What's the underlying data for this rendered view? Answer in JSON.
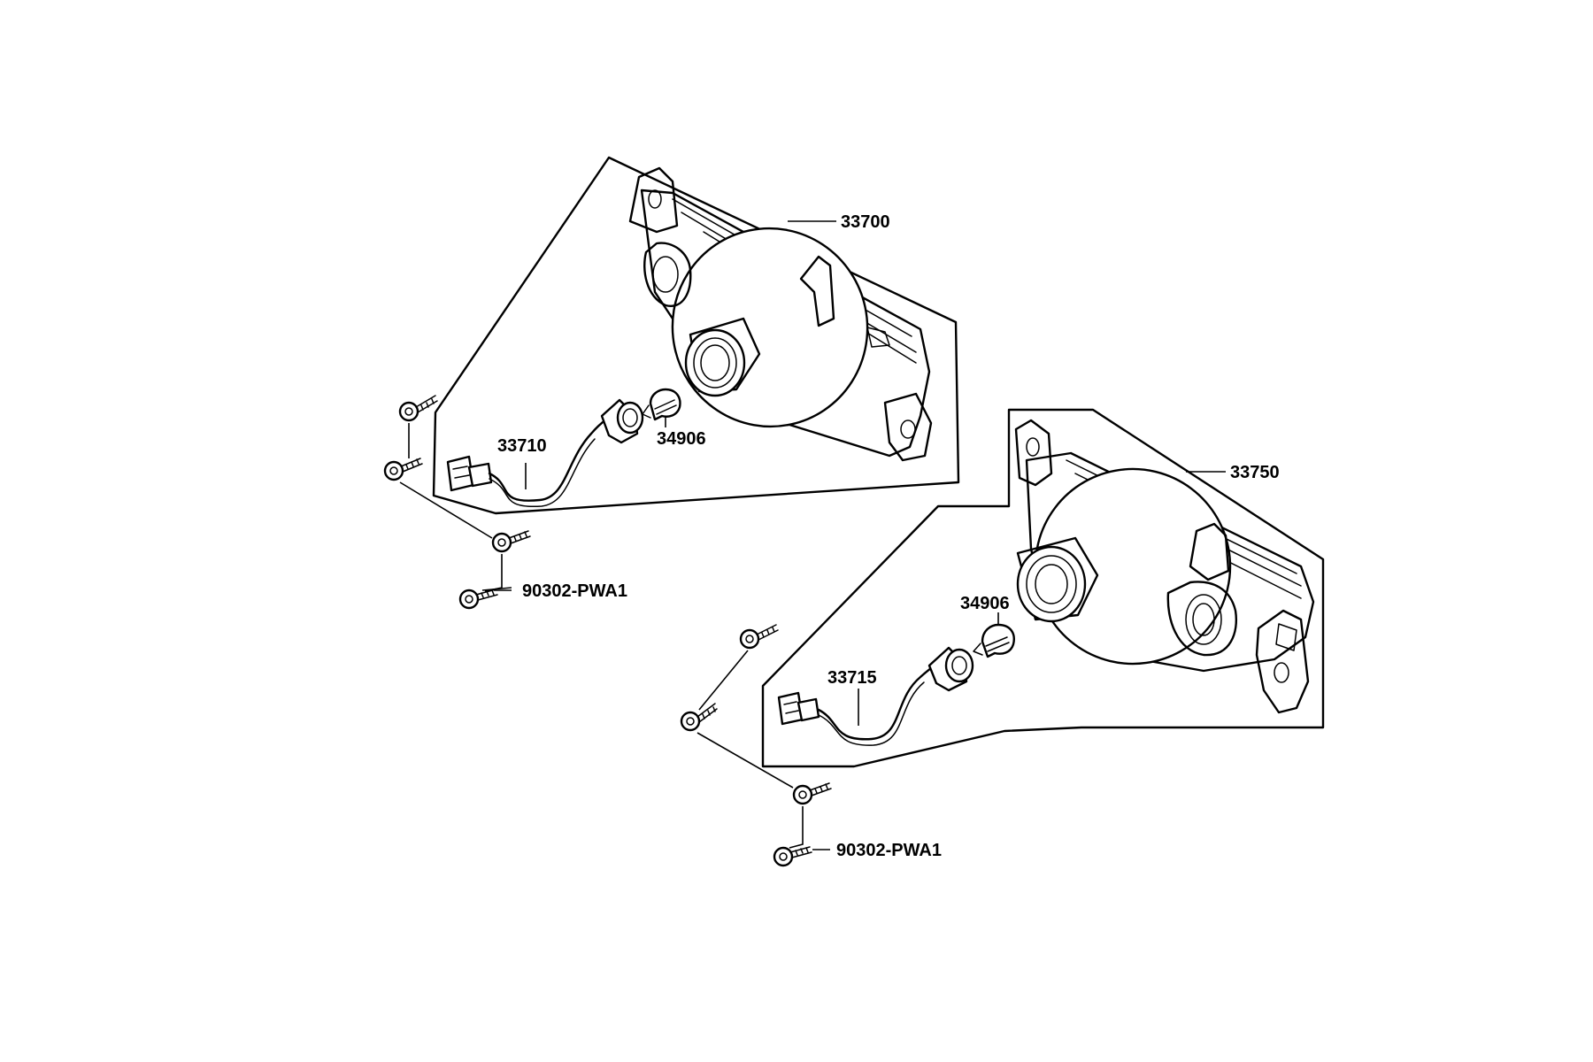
{
  "diagram": {
    "labels": {
      "lamp_upper": "33700",
      "socket_upper": "33710",
      "bulb_upper": "34906",
      "screw_upper": "90302-PWA1",
      "lamp_lower": "33750",
      "socket_lower": "33715",
      "bulb_lower": "34906",
      "screw_lower": "90302-PWA1"
    }
  }
}
